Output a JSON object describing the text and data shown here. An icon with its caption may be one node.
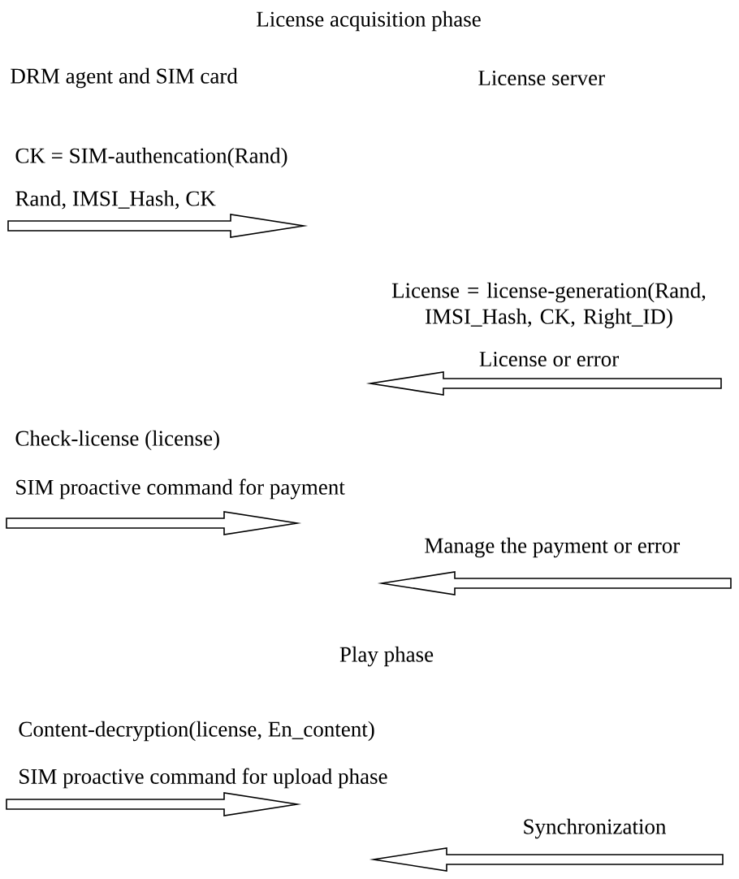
{
  "diagram": {
    "nodes": [
      {
        "text": [
          "DRM agent and SIM card"
        ]
      },
      {
        "text": [
          "License server"
        ]
      }
    ],
    "labels": [
      "License acquisition phase",
      "CK = SIM-authencation(Rand)",
      "Rand, IMSI_Hash, CK",
      "License = license-generation(Rand, IMSI_Hash, CK, Right_ID)",
      "License or error",
      "Check-license (license)",
      "SIM proactive command for payment",
      "Manage the payment or error",
      "Play phase",
      "Content-decryption(license, En_content)",
      "SIM proactive command for upload phase",
      "Synchronization"
    ]
  }
}
